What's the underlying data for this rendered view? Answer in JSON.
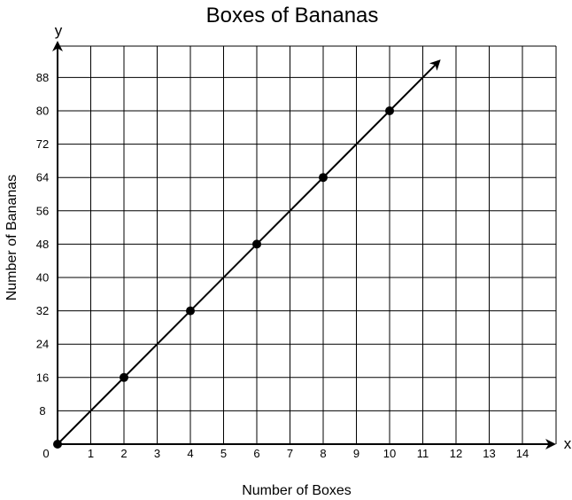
{
  "chart_data": {
    "type": "scatter",
    "title": "Boxes of Bananas",
    "xlabel": "Number of Boxes",
    "ylabel": "Number of Bananas",
    "x_axis_letter": "x",
    "y_axis_letter": "y",
    "origin_label": "0",
    "xlim": [
      0,
      15
    ],
    "ylim": [
      0,
      96
    ],
    "x_ticks": [
      1,
      2,
      3,
      4,
      5,
      6,
      7,
      8,
      9,
      10,
      11,
      12,
      13,
      14
    ],
    "y_ticks": [
      8,
      16,
      24,
      32,
      40,
      48,
      56,
      64,
      72,
      80,
      88
    ],
    "grid": true,
    "line": {
      "slope": 8,
      "intercept": 0,
      "x_end": 11.5,
      "arrow": true
    },
    "series": [
      {
        "x": [
          0,
          2,
          4,
          6,
          8,
          10
        ],
        "y": [
          0,
          16,
          32,
          48,
          64,
          80
        ]
      }
    ],
    "colors": {
      "grid": "#000000",
      "line": "#000000",
      "points": "#000000"
    }
  }
}
